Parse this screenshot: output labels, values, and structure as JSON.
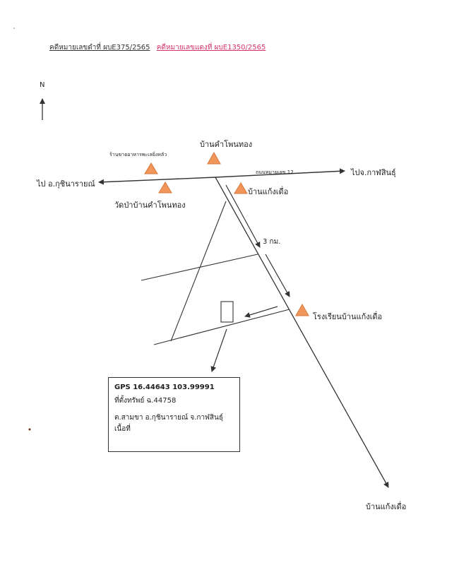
{
  "header": {
    "case_red": "คดีหมายเลขดำที่ ผบE375/2565",
    "case_black": "คดีหมายเลขแดงที่ ผบE1350/2565"
  },
  "north": {
    "label": "N"
  },
  "labels": {
    "to_west": "ไป อ.กุชินารายณ์",
    "to_east": "ไปจ.กาฬสินธุ์",
    "shop": "ร้านขายอาหารพะเลยิ่งหลัว",
    "ban_kham_phon": "บ้านคำโพนทอง",
    "road_number": "ถนนหมายเลข 12",
    "wat": "วัดป่าบ้านคำโพนทอง",
    "ban_kaeng": "บ้านแก้งเดื่อ",
    "distance": "3 กม.",
    "school": "โรงเรียนบ้านแก้งเดื่อ",
    "ban_kaeng_end": "บ้านแก้งเดื่อ"
  },
  "info_box": {
    "gps": "GPS 16.44643 103.99991",
    "location": "ที่ตั้งทรัพย์ ฉ.44758",
    "address": "ต.สามขา อ.กุชินารายณ์ จ.กาฬสินธุ์",
    "area": "เนื้อที่"
  },
  "colors": {
    "landmark_fill": "#f0965a",
    "landmark_stroke": "#d9773a",
    "line": "#333333",
    "header_red": "#d6336c"
  },
  "icons": {
    "landmark": "orange-triangle",
    "arrow": "arrow-head"
  }
}
